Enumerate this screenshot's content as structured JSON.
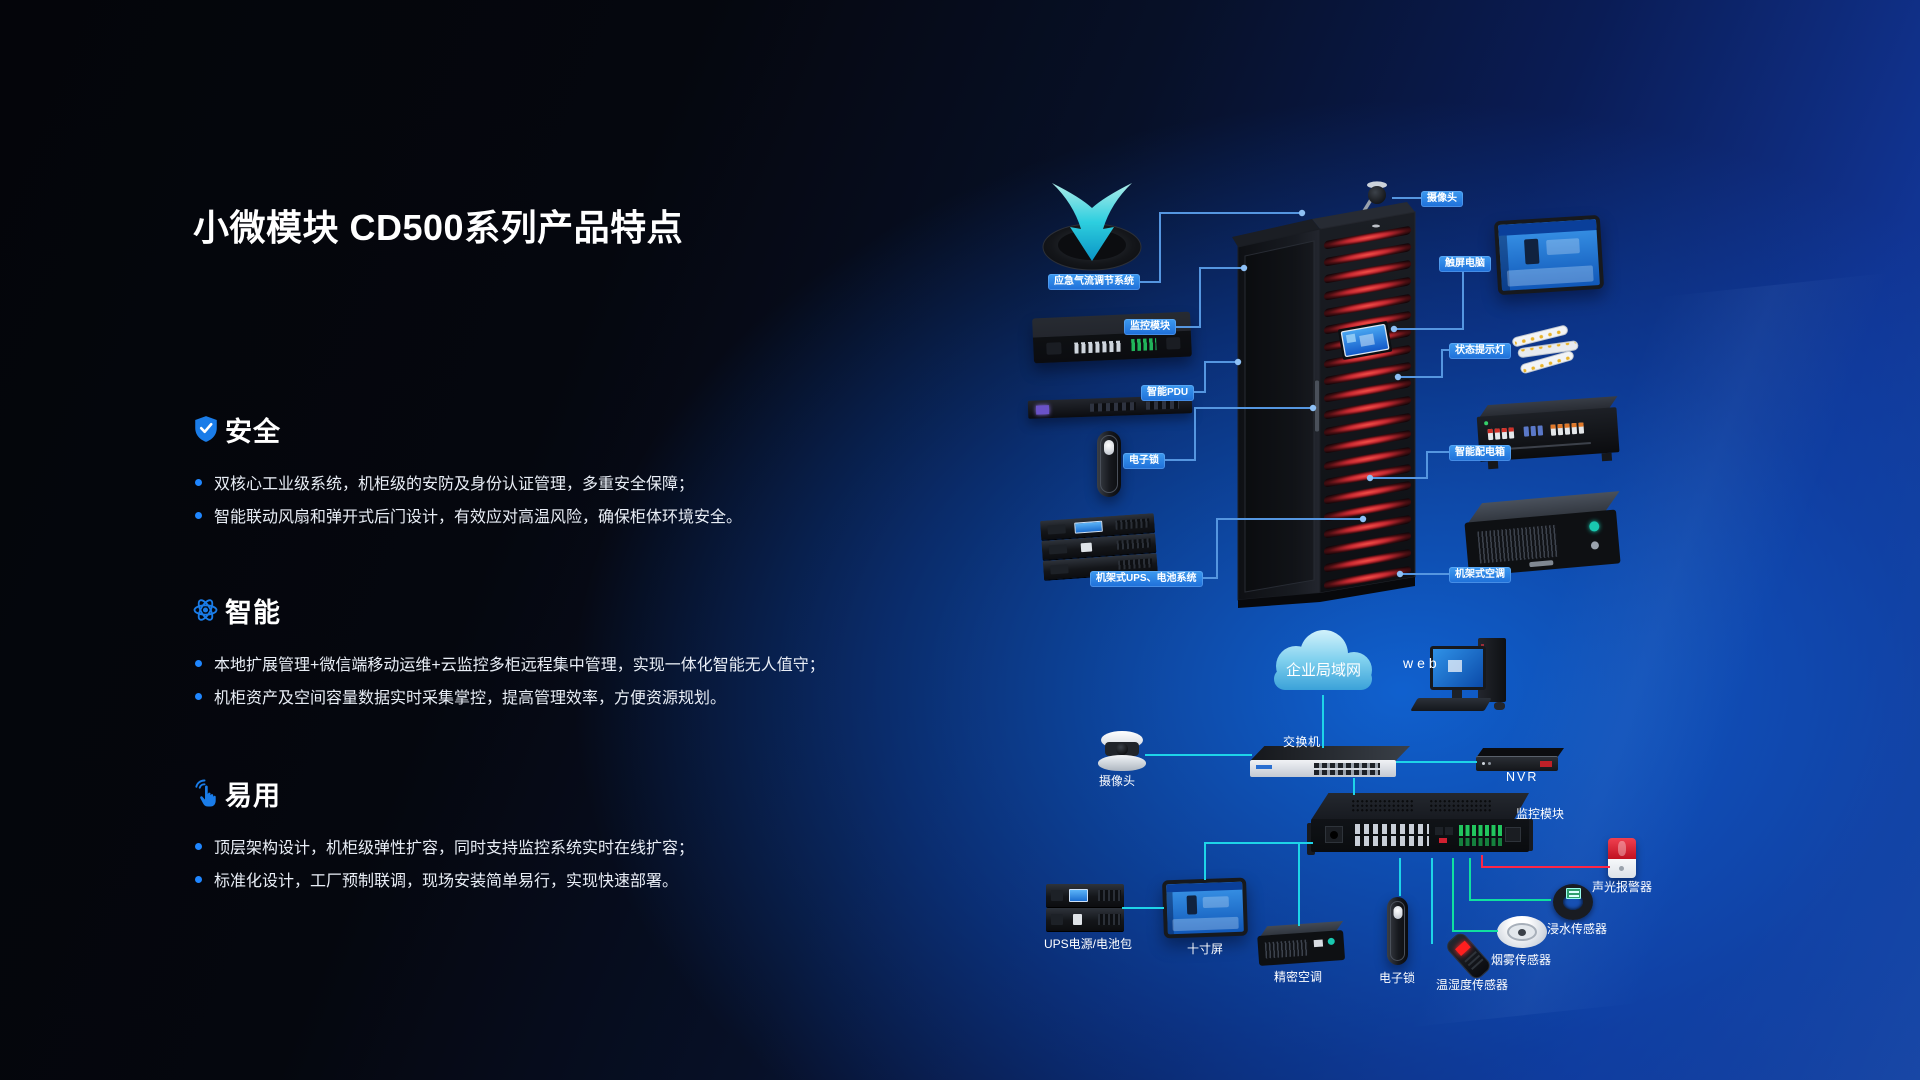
{
  "title": "小微模块 CD500系列产品特点",
  "features": [
    {
      "heading": "安全",
      "bullets": [
        "双核心工业级系统，机柜级的安防及身份认证管理，多重安全保障；",
        "智能联动风扇和弹开式后门设计，有效应对高温风险，确保柜体环境安全。"
      ]
    },
    {
      "heading": "智能",
      "bullets": [
        "本地扩展管理+微信端移动运维+云监控多柜远程集中管理，实现一体化智能无人值守；",
        "机柜资产及空间容量数据实时采集掌控，提高管理效率，方便资源规划。"
      ]
    },
    {
      "heading": "易用",
      "bullets": [
        "顶层架构设计，机柜级弹性扩容，同时支持监控系统实时在线扩容；",
        "标准化设计，工厂预制联调，现场安装简单易行，实现快速部署。"
      ]
    }
  ],
  "rack_diagram": {
    "tags": {
      "camera": "摄像头",
      "airflow": "应急气流调节系统",
      "monitor_module": "监控模块",
      "pdu": "智能PDU",
      "lock": "电子锁",
      "ups": "机架式UPS、电池系统",
      "touch_pc": "触屏电脑",
      "status_light": "状态提示灯",
      "power_box": "智能配电箱",
      "rack_ac": "机架式空调"
    }
  },
  "network_diagram": {
    "cloud": "企业局域网",
    "web": "web",
    "labels": {
      "camera": "摄像头",
      "switch": "交换机",
      "nvr": "NVR",
      "monitor_module": "监控模块",
      "ups": "UPS电源/电池包",
      "screen10": "十寸屏",
      "precision_ac": "精密空调",
      "lock": "电子锁",
      "temp_humidity_sensor": "温湿度传感器",
      "smoke_sensor": "烟雾传感器",
      "water_sensor": "浸水传感器",
      "alarm": "声光报警器"
    }
  },
  "colors": {
    "accent_blue": "#2286e8",
    "line_blue": "#5596e0",
    "line_cyan": "#1ed4e8",
    "line_green": "#10e0a0",
    "line_red": "#ff2545"
  }
}
